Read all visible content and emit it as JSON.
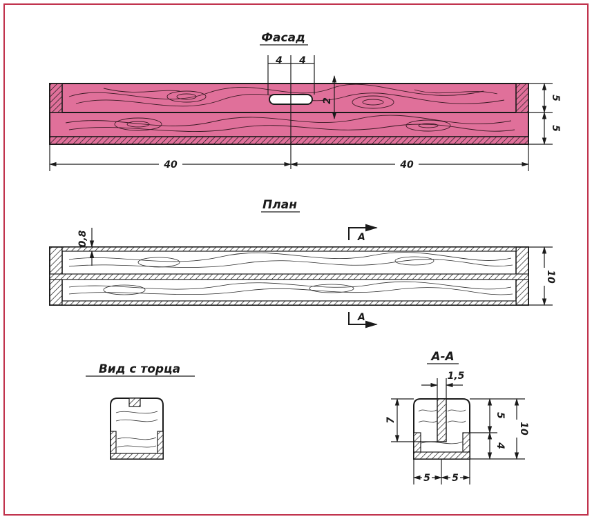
{
  "colors": {
    "frame": "#c0304a",
    "wood_fill": "#e0709a",
    "ink": "#1a1a1a",
    "paper": "#ffffff"
  },
  "facade": {
    "title": "Фасад",
    "dim_left_span": "40",
    "dim_right_span": "40",
    "dim_slot_left": "4",
    "dim_slot_right": "4",
    "dim_slot_height": "2",
    "dim_top_right": "5",
    "dim_bottom_right": "5"
  },
  "plan": {
    "title": "План",
    "dim_thickness": "0,8",
    "dim_width": "10",
    "section_mark_top": "A",
    "section_mark_bottom": "A"
  },
  "end_view": {
    "title": "Вид с торца"
  },
  "section": {
    "title": "А-А",
    "dim_slot": "1,5",
    "dim_left_height": "7",
    "dim_right_upper": "5",
    "dim_right_lower": "4",
    "dim_total_height": "10",
    "dim_bottom_left": "5",
    "dim_bottom_right": "5"
  }
}
